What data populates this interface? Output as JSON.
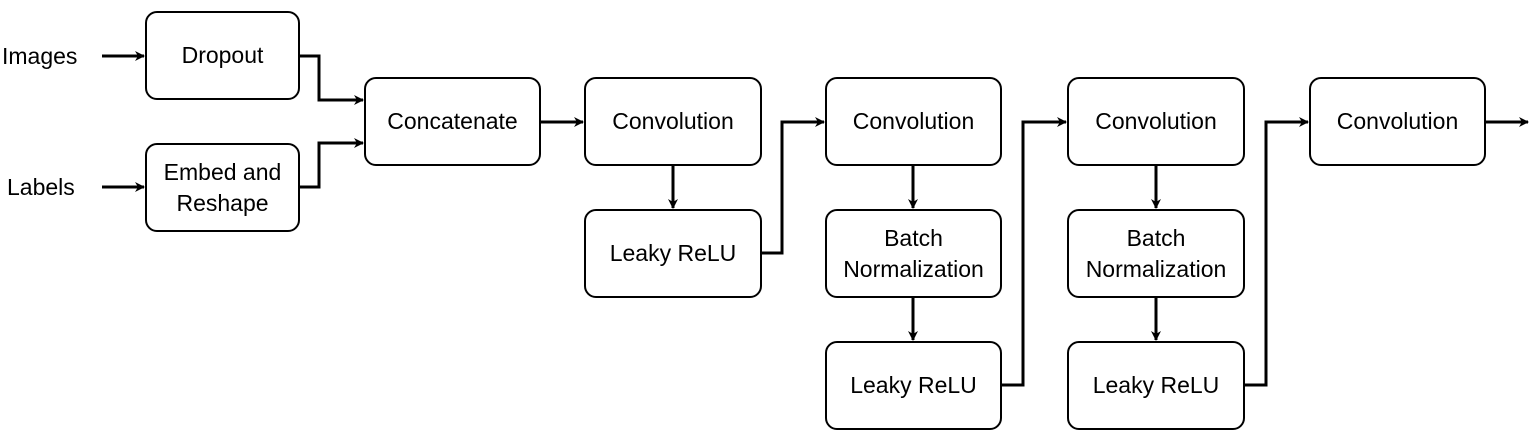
{
  "inputs": {
    "images": "Images",
    "labels": "Labels"
  },
  "nodes": {
    "dropout": "Dropout",
    "embed": "Embed and\nReshape",
    "concat": "Concatenate",
    "conv1": "Convolution",
    "lrelu1": "Leaky ReLU",
    "conv2": "Convolution",
    "bn2": "Batch\nNormalization",
    "lrelu2": "Leaky ReLU",
    "conv3": "Convolution",
    "bn3": "Batch\nNormalization",
    "lrelu3": "Leaky ReLU",
    "conv4": "Convolution"
  },
  "colors": {
    "stroke": "#000000",
    "fill": "#ffffff"
  }
}
